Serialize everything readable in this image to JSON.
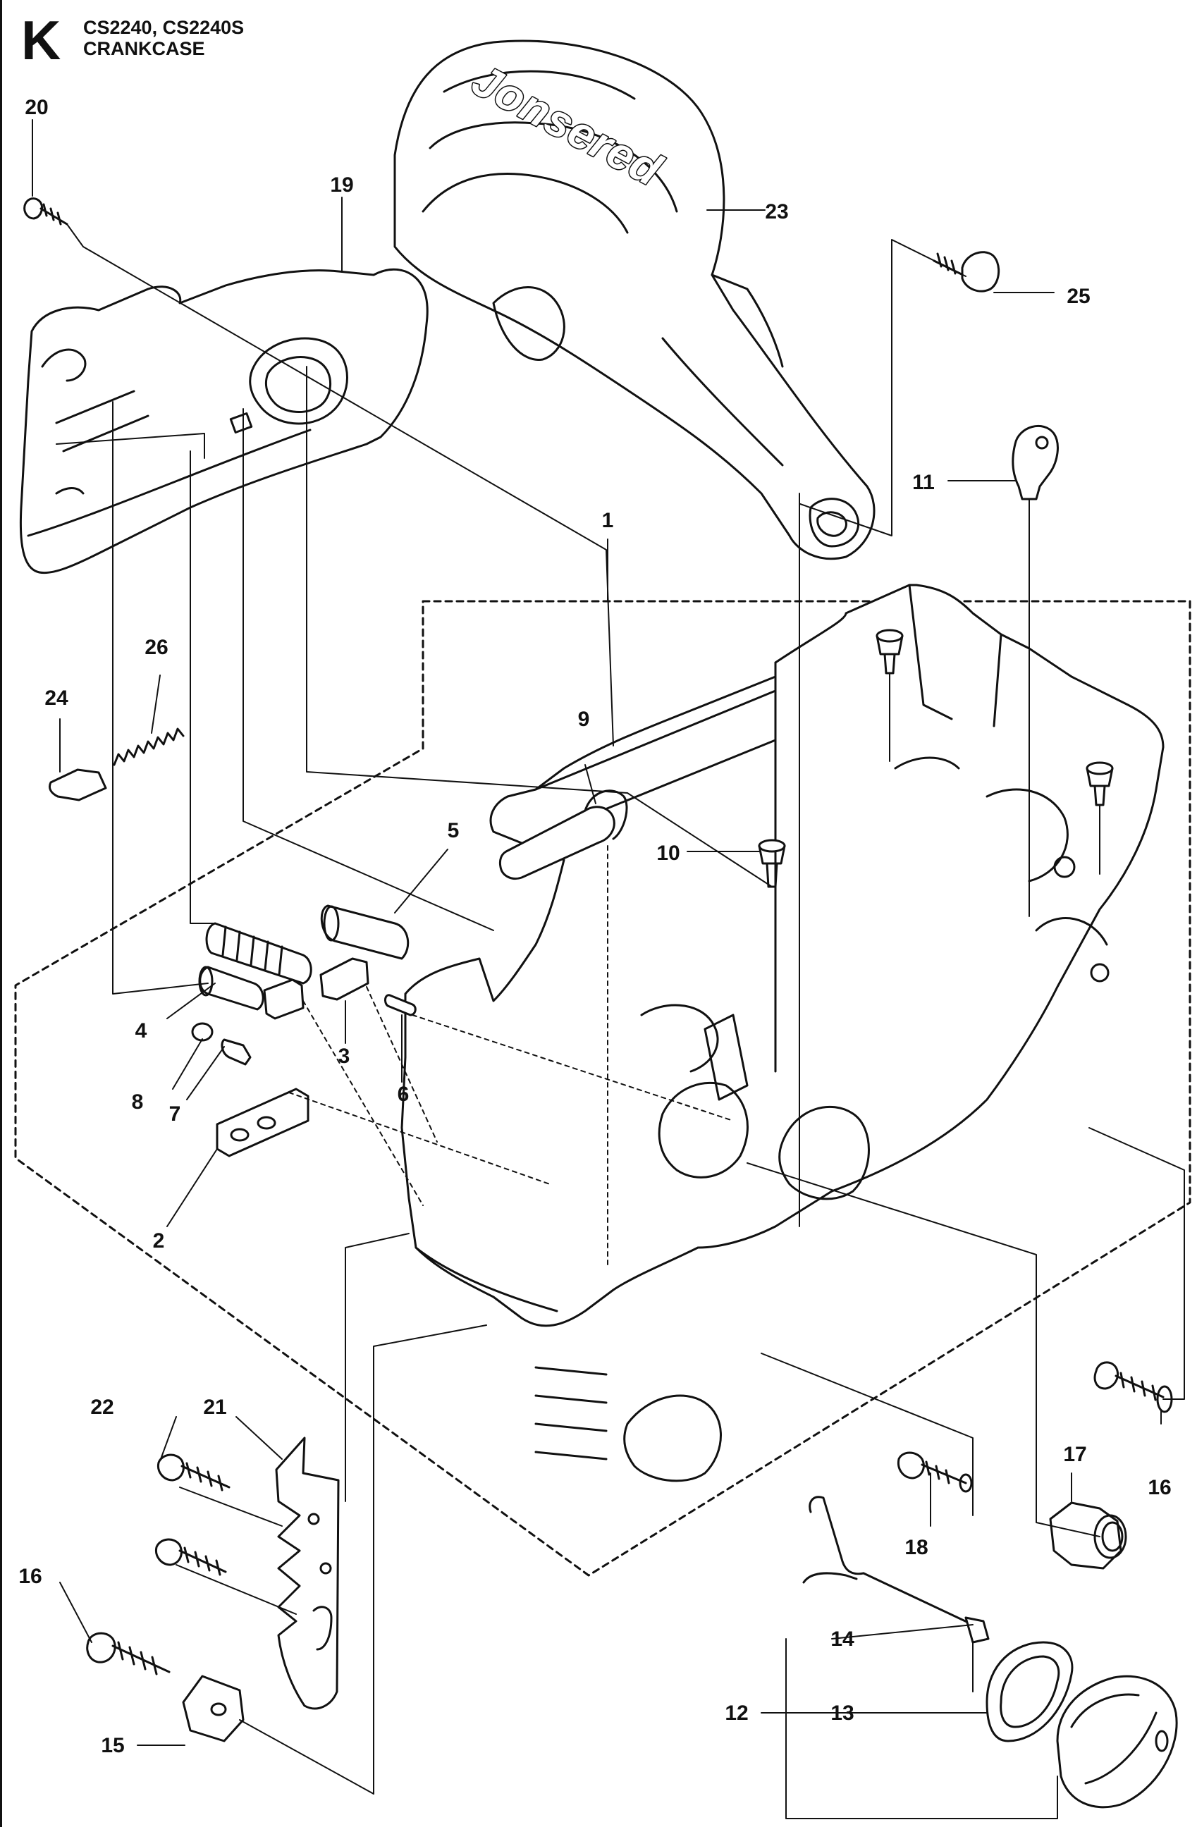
{
  "header": {
    "section": "K",
    "models": "CS2240, CS2240S",
    "title": "CRANKCASE"
  },
  "brand_mark": "Jonsered",
  "callouts": [
    {
      "id": "c1",
      "label": "1"
    },
    {
      "id": "c2",
      "label": "2"
    },
    {
      "id": "c3",
      "label": "3"
    },
    {
      "id": "c4",
      "label": "4"
    },
    {
      "id": "c5",
      "label": "5"
    },
    {
      "id": "c6",
      "label": "6"
    },
    {
      "id": "c7",
      "label": "7"
    },
    {
      "id": "c8",
      "label": "8"
    },
    {
      "id": "c9",
      "label": "9"
    },
    {
      "id": "c10",
      "label": "10"
    },
    {
      "id": "c11",
      "label": "11"
    },
    {
      "id": "c12",
      "label": "12"
    },
    {
      "id": "c13",
      "label": "13"
    },
    {
      "id": "c14",
      "label": "14"
    },
    {
      "id": "c15",
      "label": "15"
    },
    {
      "id": "c16a",
      "label": "16"
    },
    {
      "id": "c16b",
      "label": "16"
    },
    {
      "id": "c17",
      "label": "17"
    },
    {
      "id": "c18",
      "label": "18"
    },
    {
      "id": "c19",
      "label": "19"
    },
    {
      "id": "c20",
      "label": "20"
    },
    {
      "id": "c21",
      "label": "21"
    },
    {
      "id": "c22",
      "label": "22"
    },
    {
      "id": "c23",
      "label": "23"
    },
    {
      "id": "c24",
      "label": "24"
    },
    {
      "id": "c25",
      "label": "25"
    },
    {
      "id": "c26",
      "label": "26"
    }
  ]
}
